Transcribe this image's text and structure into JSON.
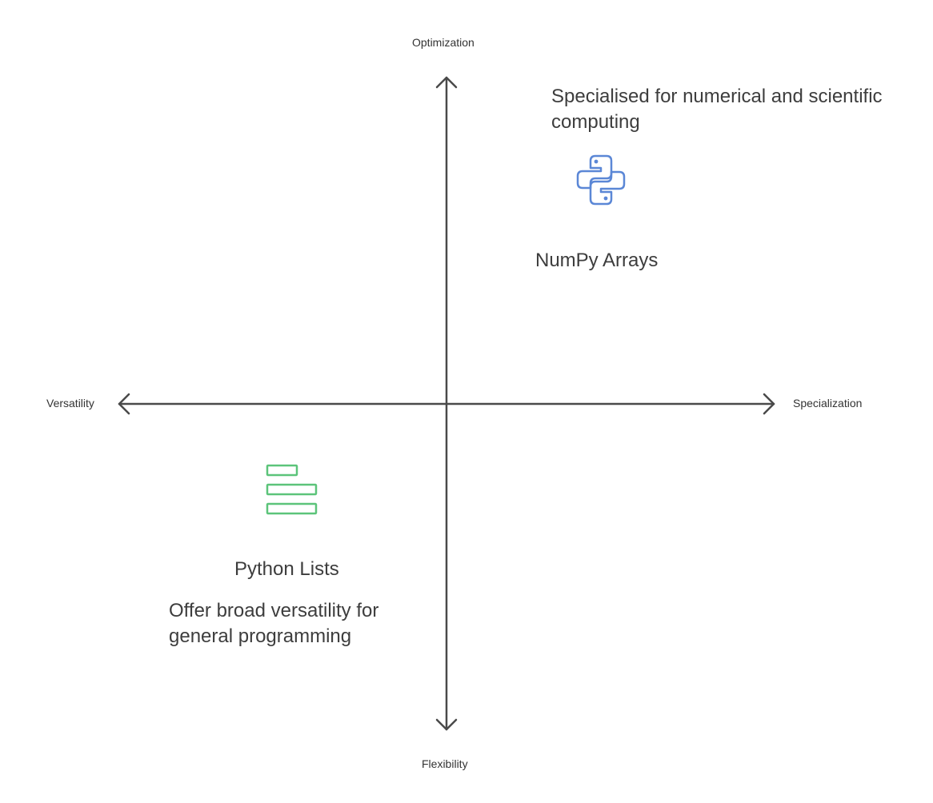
{
  "axes": {
    "top_label": "Optimization",
    "bottom_label": "Flexibility",
    "left_label": "Versatility",
    "right_label": "Specialization",
    "color": "#4a4a4a"
  },
  "items": {
    "numpy": {
      "title": "NumPy Arrays",
      "description": "Specialised for numerical and scientific computing",
      "icon": "python-logo-icon",
      "icon_color": "#5b87d6"
    },
    "lists": {
      "title": "Python Lists",
      "description": "Offer broad versatility for general programming",
      "icon": "list-bars-icon",
      "icon_color": "#5cc47a"
    }
  }
}
